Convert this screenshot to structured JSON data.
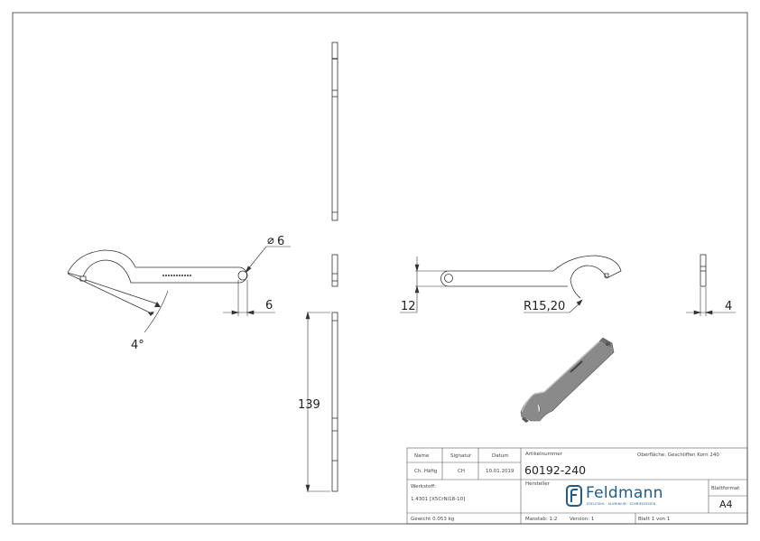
{
  "drawing": {
    "dimensions": {
      "hole_diameter": "6",
      "hole_diameter_symbol": "⌀",
      "hole_offset": "6",
      "angle": "4°",
      "bar_width": "12",
      "hook_radius": "R15,20",
      "thickness": "4",
      "length": "139"
    }
  },
  "title_block": {
    "headers": {
      "name": "Name",
      "signature": "Signatur",
      "date": "Datum"
    },
    "values": {
      "name": "Ch. Häfig",
      "signature": "CH",
      "date": "10.01.2019"
    },
    "material_label": "Werkstoff:",
    "material_value": "1.4301 [X5CrNi18-10]",
    "weight": "Gewicht 0.053 kg",
    "article_label": "Artikelnummer",
    "article_number": "60192-240",
    "surface": "Oberfläche:  Geschliffen Korn 240",
    "manufacturer_label": "Hersteller",
    "logo_name": "Feldmann",
    "logo_tagline": "EDELSTAHL · ALUMINIUM · SCHMIEDEEISEN",
    "sheet_format_label": "Blattformat",
    "sheet_format": "A4",
    "scale": "Masstab: 1:2",
    "version": "Version: 1",
    "sheet": "Blatt 1 von 1"
  },
  "colors": {
    "line": "#333333",
    "frame": "#777777",
    "logo": "#1f5c8c",
    "part_shade": "#8a8a8a"
  }
}
